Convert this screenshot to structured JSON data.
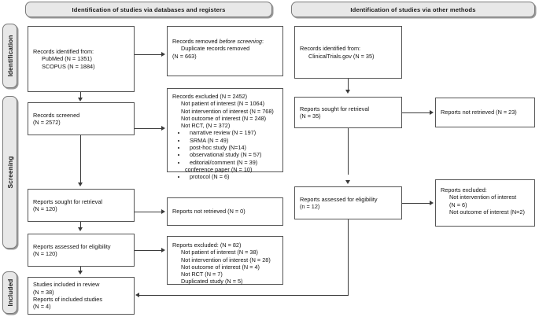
{
  "headers": [
    {
      "label": "Identification of studies via databases and registers"
    },
    {
      "label": "Identification of studies via other methods"
    }
  ],
  "stages": [
    {
      "label": "Identification"
    },
    {
      "label": "Screening"
    },
    {
      "label": "Included"
    }
  ],
  "boxes": {
    "records_identified": {
      "line1": "Records identified from:",
      "line2": "PubMed (N = 1351)",
      "line3": "SCOPUS (N = 1884)"
    },
    "records_removed": {
      "line1": "Records removed before screening:",
      "line1_plain": "Records removed ",
      "line1_italic": "before screening",
      "line1_tail": ":",
      "line2": "Duplicate records removed",
      "line3": "(N = 663)"
    },
    "records_screened": {
      "line1": "Records screened",
      "line2": "(N = 2572)"
    },
    "records_excluded": {
      "line1": "Records excluded (N = 2452)",
      "line2": "Not patient of interest (N = 1064)",
      "line3": "Not intervention of interest (N = 768)",
      "line4": "Not outcome of interest (N = 248)",
      "line5": "Not RCT, (N = 372)",
      "bullets": [
        "narrative review (N = 197)",
        "SRMA (N = 49)",
        "post-hoc study (N=14)",
        "observational study (N = 57)",
        "editorial/comment (N = 39)"
      ],
      "sub_conference": "conference paper (N = 10)",
      "bullet_last": "protocol (N = 6)"
    },
    "reports_sought_left": {
      "line1": "Reports sought for retrieval",
      "line2": "(N = 120)"
    },
    "reports_not_retrieved_left": {
      "line1": "Reports not retrieved (N = 0)"
    },
    "reports_assessed_left": {
      "line1": "Reports assessed for eligibility",
      "line2": "(N = 120)"
    },
    "reports_excluded_left": {
      "line1": "Reports excluded: (N = 82)",
      "line2": "Not patient of interest (N = 38)",
      "line3": "Not intervention of interest (N = 28)",
      "line4": "Not outcome of interest (N = 4)",
      "line5": "Not RCT (N = 7)",
      "line6": "Duplicated study (N = 5)"
    },
    "studies_included": {
      "line1": "Studies included in review",
      "line2": "(N = 38)",
      "line3": "Reports of included studies",
      "line4": "(N = 4)"
    },
    "records_identified_other": {
      "line1": "Records identified from:",
      "line2": "ClinicalTrials.gov (N = 35)"
    },
    "reports_sought_right": {
      "line1": "Reports sought for retrieval",
      "line2": "(N = 35)"
    },
    "reports_not_retrieved_right": {
      "line1": "Reports not retrieved (N = 23)"
    },
    "reports_assessed_right": {
      "line1": "Reports assessed for eligibility",
      "line2": "(n = 12)"
    },
    "reports_excluded_right": {
      "line1": "Reports excluded:",
      "line2": "Not intervention of interest",
      "line3": "(N = 6)",
      "line4": "Not outcome of interest (N=2)"
    }
  },
  "colors": {
    "stage_fill": "#e8e8e8",
    "stage_border": "#7a7a7a",
    "box_border": "#555555",
    "connector": "#3a3a3a",
    "text": "#111111"
  }
}
